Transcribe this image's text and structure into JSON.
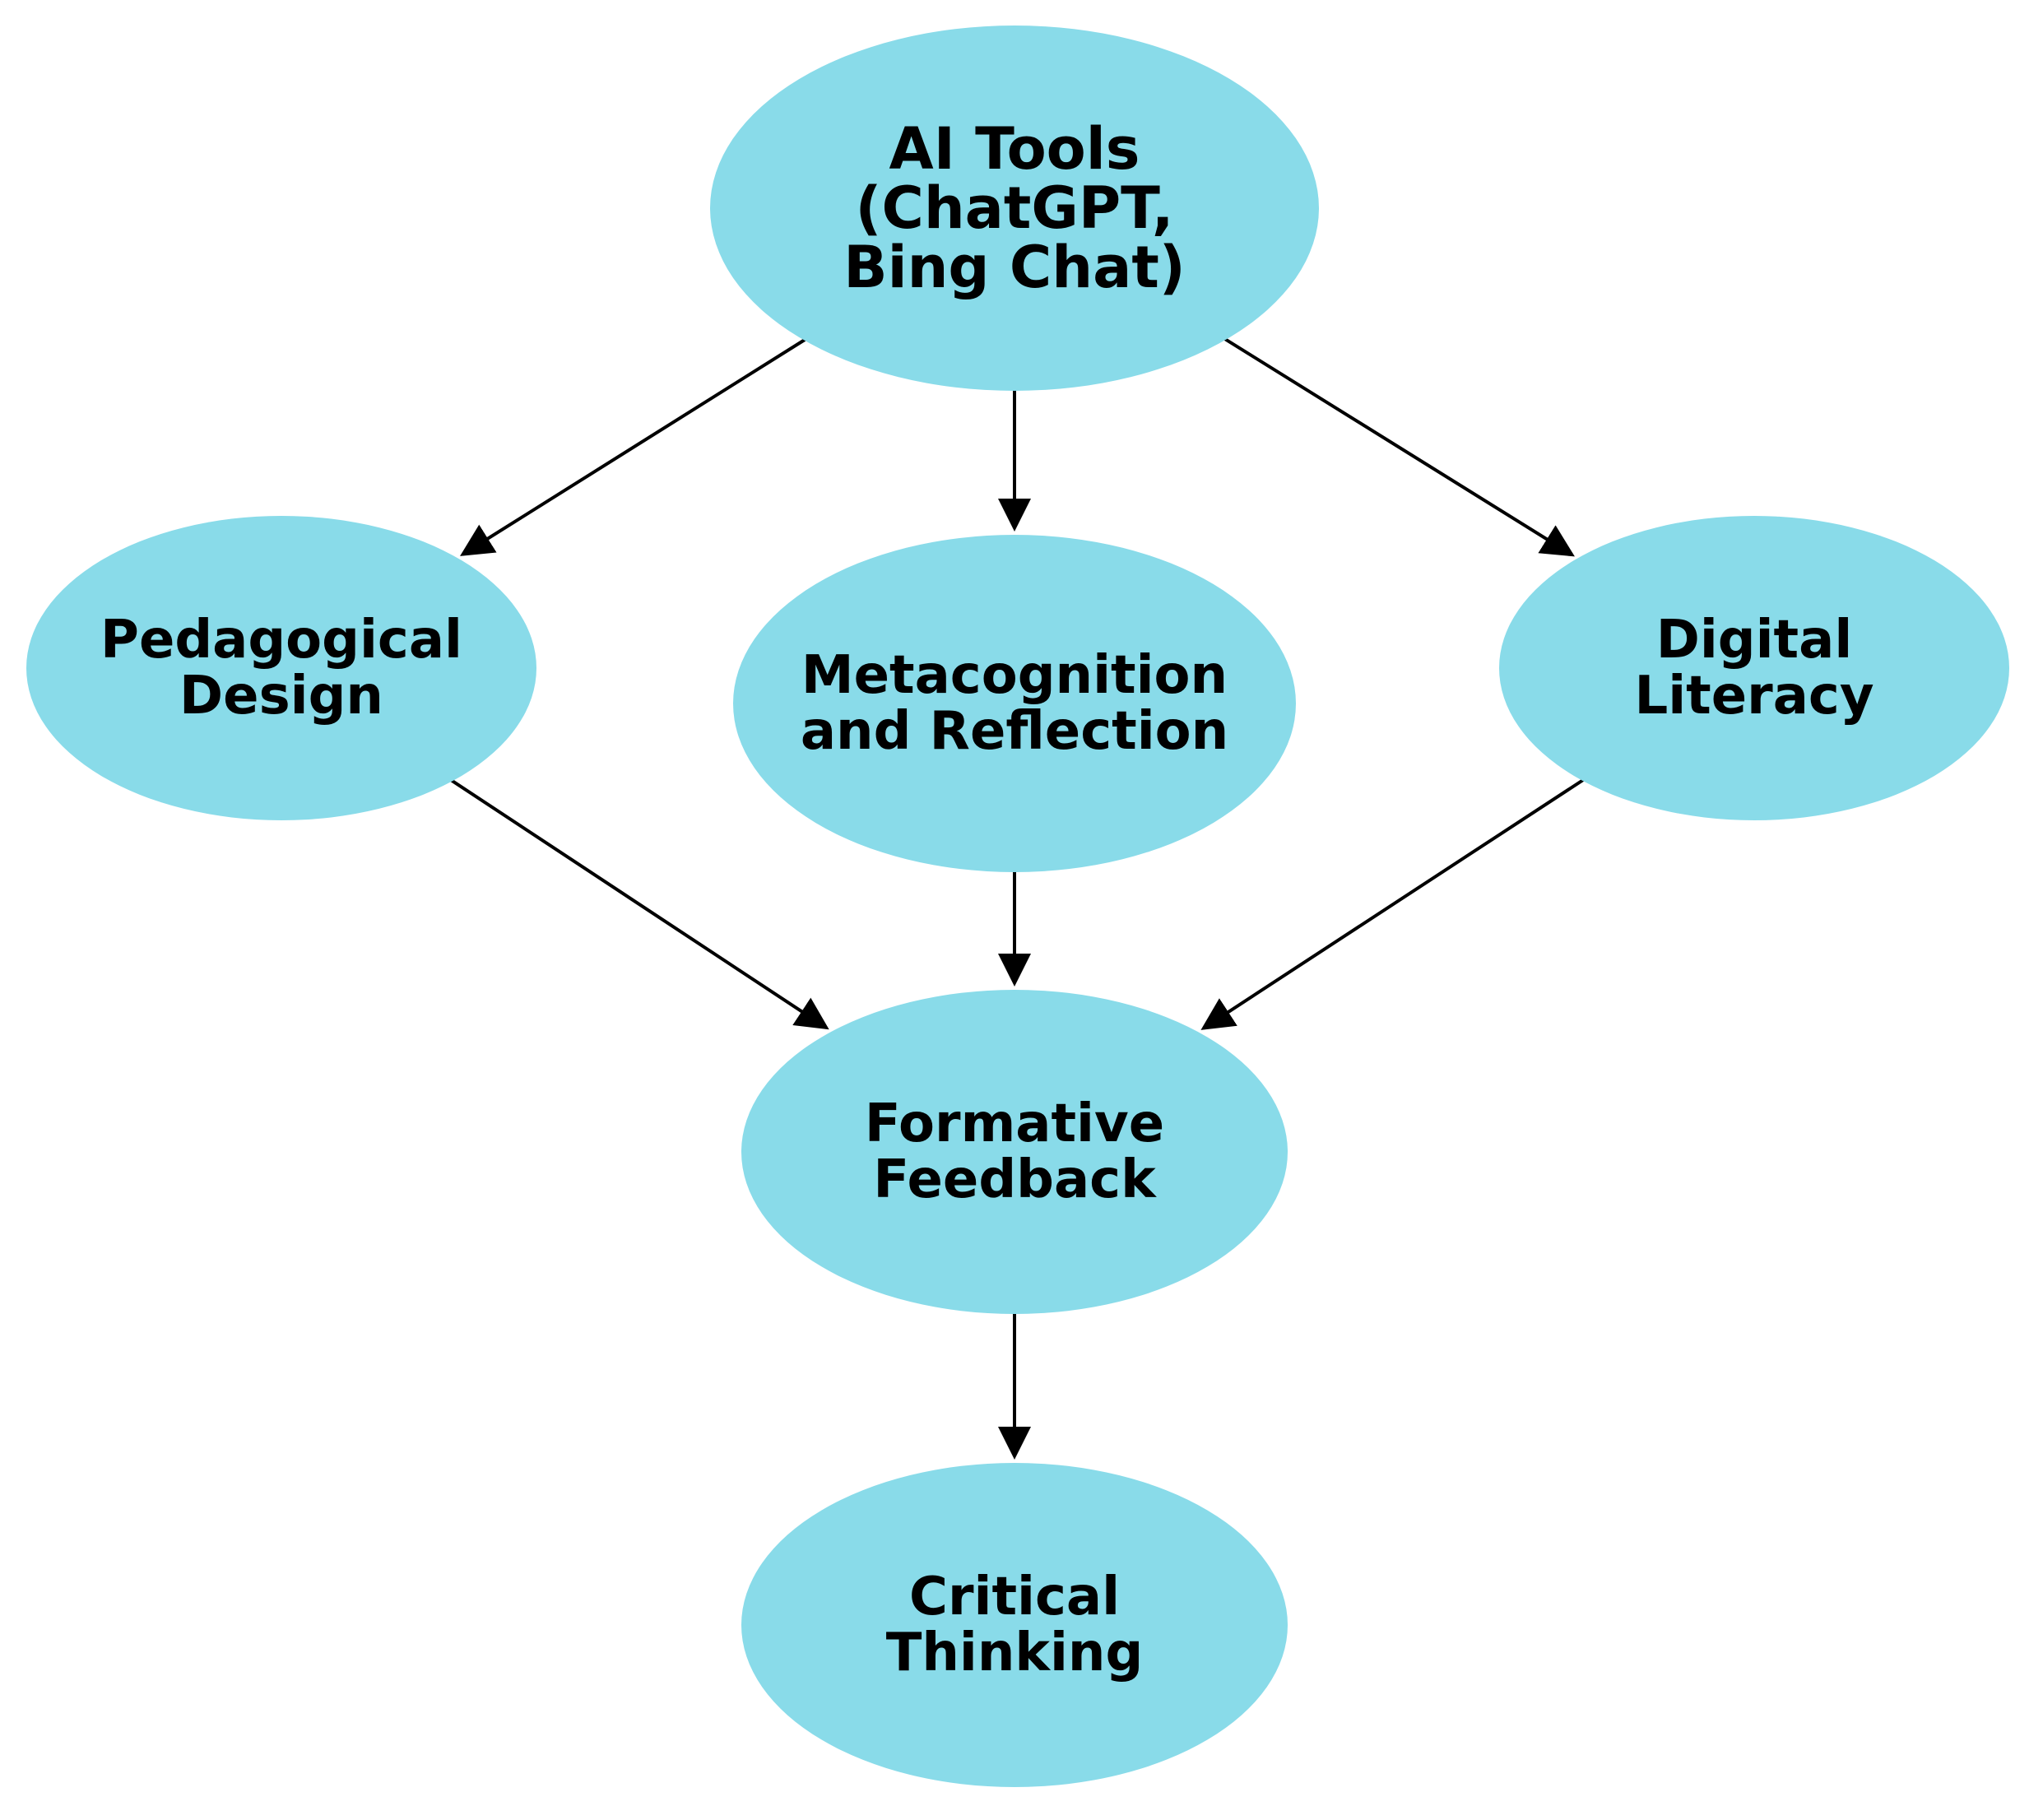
{
  "diagram": {
    "node_fill": "#89DBE9",
    "edge_color": "#000000",
    "nodes": [
      {
        "id": "ai-tools",
        "lines": [
          "AI Tools",
          "(ChatGPT,",
          "Bing Chat)"
        ]
      },
      {
        "id": "pedagogical-design",
        "lines": [
          "Pedagogical",
          "Design"
        ]
      },
      {
        "id": "metacognition-reflection",
        "lines": [
          "Metacognition",
          "and Reflection"
        ]
      },
      {
        "id": "digital-literacy",
        "lines": [
          "Digital",
          "Literacy"
        ]
      },
      {
        "id": "formative-feedback",
        "lines": [
          "Formative",
          "Feedback"
        ]
      },
      {
        "id": "critical-thinking",
        "lines": [
          "Critical",
          "Thinking"
        ]
      }
    ],
    "edges": [
      {
        "from": "ai-tools",
        "to": "pedagogical-design"
      },
      {
        "from": "ai-tools",
        "to": "metacognition-reflection"
      },
      {
        "from": "ai-tools",
        "to": "digital-literacy"
      },
      {
        "from": "pedagogical-design",
        "to": "formative-feedback"
      },
      {
        "from": "metacognition-reflection",
        "to": "formative-feedback"
      },
      {
        "from": "digital-literacy",
        "to": "formative-feedback"
      },
      {
        "from": "formative-feedback",
        "to": "critical-thinking"
      }
    ]
  }
}
